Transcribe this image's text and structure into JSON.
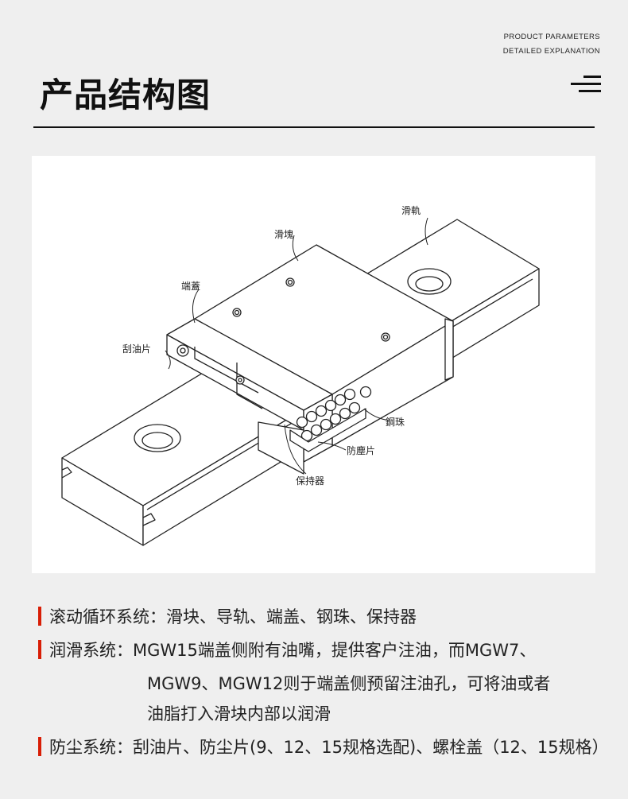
{
  "header": {
    "en_line1": "PRODUCT PARAMETERS",
    "en_line2": "DETAILED EXPLANATION",
    "title": "产品结构图"
  },
  "icons": {
    "menu": "menu-lines-icon"
  },
  "figure": {
    "labels": {
      "rail": "滑軌",
      "block": "滑塊",
      "end_cap": "端蓋",
      "scraper": "刮油片",
      "steel_ball": "鋼珠",
      "dust_seal": "防塵片",
      "retainer": "保持器"
    }
  },
  "description": {
    "rows": [
      {
        "text": "滚动循环系统：滑块、导轨、端盖、钢珠、保持器"
      },
      {
        "text": "润滑系统：MGW15端盖侧附有油嘴，提供客户注油，而MGW7、",
        "cont1": "MGW9、MGW12则于端盖侧预留注油孔，可将油或者",
        "cont2": "油脂打入滑块内部以润滑"
      },
      {
        "text": "防尘系统：刮油片、防尘片(9、12、15规格选配)、螺栓盖（12、15规格）"
      }
    ],
    "accent": "#d81e06"
  }
}
